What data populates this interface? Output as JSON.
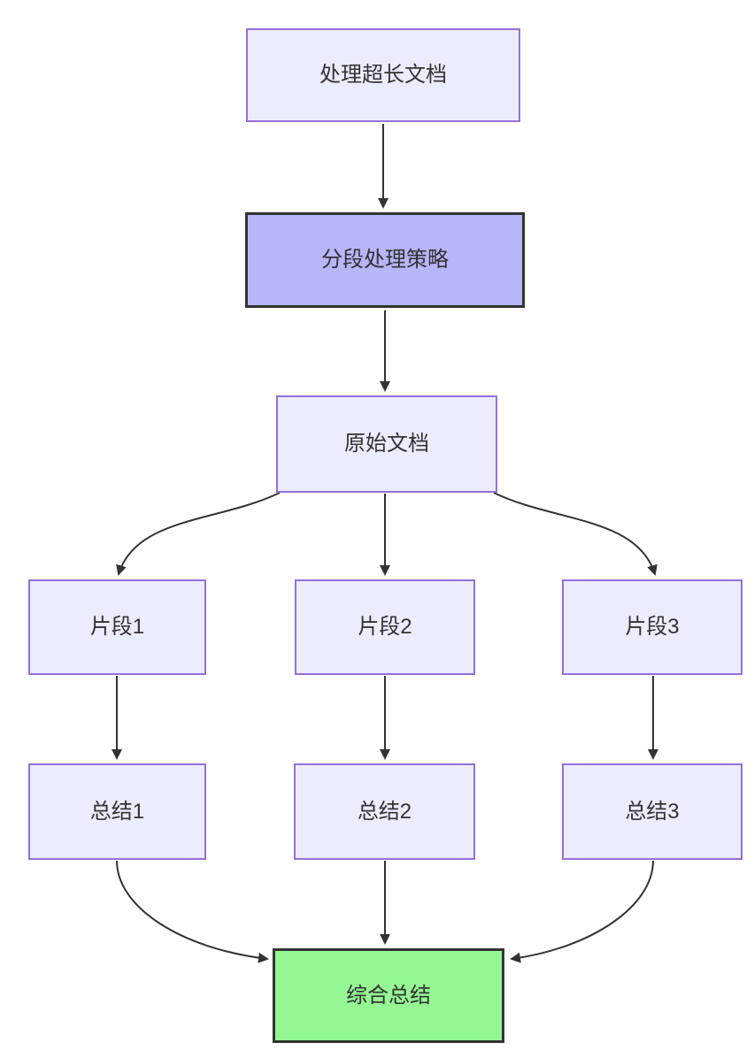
{
  "diagram": {
    "type": "flowchart",
    "direction": "top-to-bottom",
    "nodes": [
      {
        "id": "A",
        "label": "处理超长文档",
        "style": "default"
      },
      {
        "id": "B",
        "label": "分段处理策略",
        "style": "highlight-purple"
      },
      {
        "id": "C",
        "label": "原始文档",
        "style": "default"
      },
      {
        "id": "D1",
        "label": "片段1",
        "style": "default"
      },
      {
        "id": "D2",
        "label": "片段2",
        "style": "default"
      },
      {
        "id": "D3",
        "label": "片段3",
        "style": "default"
      },
      {
        "id": "E1",
        "label": "总结1",
        "style": "default"
      },
      {
        "id": "E2",
        "label": "总结2",
        "style": "default"
      },
      {
        "id": "E3",
        "label": "总结3",
        "style": "default"
      }
    ],
    "final_node": {
      "id": "F",
      "label": "综合总结",
      "style": "highlight-green"
    },
    "edges": [
      {
        "from": "A",
        "to": "B",
        "arrow": "down"
      },
      {
        "from": "B",
        "to": "C",
        "arrow": "down"
      },
      {
        "from": "C",
        "to": "D1",
        "arrow": "curved-left-down"
      },
      {
        "from": "C",
        "to": "D2",
        "arrow": "down"
      },
      {
        "from": "C",
        "to": "D3",
        "arrow": "curved-right-down"
      },
      {
        "from": "D1",
        "to": "E1",
        "arrow": "down"
      },
      {
        "from": "D2",
        "to": "E2",
        "arrow": "down"
      },
      {
        "from": "D3",
        "to": "E3",
        "arrow": "down"
      },
      {
        "from": "E1",
        "to": "F",
        "arrow": "curved-down-right"
      },
      {
        "from": "E2",
        "to": "F",
        "arrow": "down"
      },
      {
        "from": "E3",
        "to": "F",
        "arrow": "curved-down-left"
      }
    ],
    "colors": {
      "node_fill": "#ececff",
      "node_border": "#9370db",
      "highlight_purple_fill": "#b6b6f8",
      "highlight_green_fill": "#94f794",
      "highlight_border": "#333333",
      "edge": "#333333",
      "text": "#333333",
      "background": "#ffffff"
    }
  }
}
